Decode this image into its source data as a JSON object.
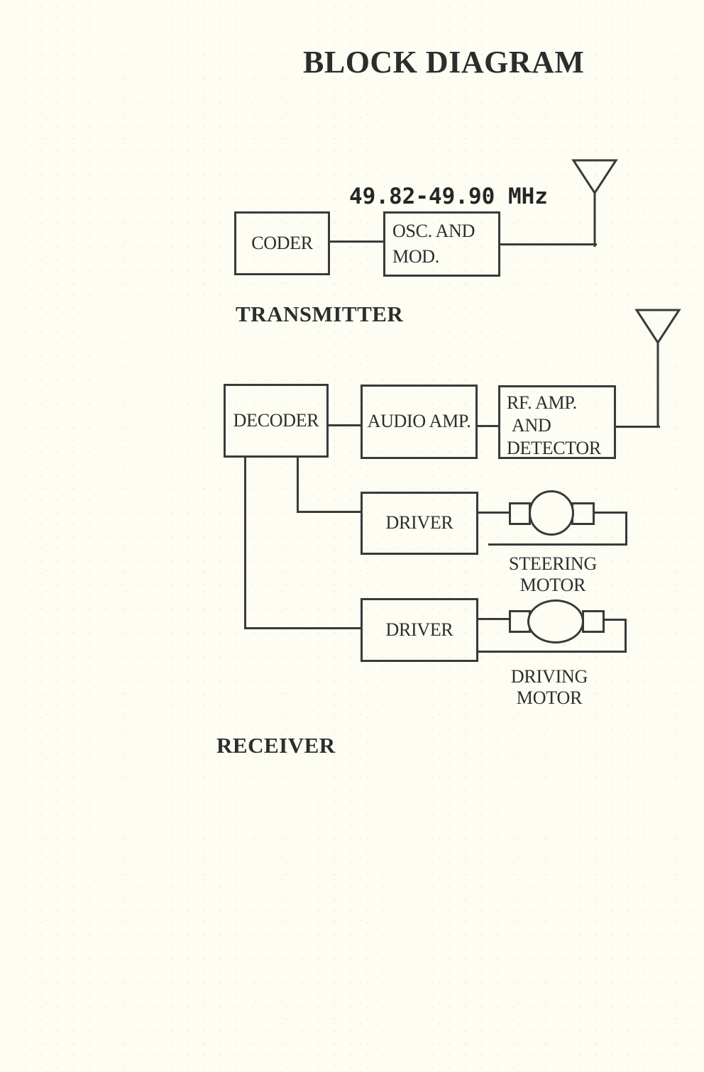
{
  "page": {
    "title": "BLOCK DIAGRAM"
  },
  "colors": {
    "ink": "#3a3a3a",
    "text": "#2d2d2d",
    "paper": "#fdfdf4"
  },
  "transmitter": {
    "section_label": "TRANSMITTER",
    "frequency_label": "49.82-49.90 MHz",
    "coder_label": "CODER",
    "osc_label_line1": "OSC. AND",
    "osc_label_line2": "MOD.",
    "antenna": "antenna-icon"
  },
  "receiver": {
    "section_label": "RECEIVER",
    "antenna": "antenna-icon",
    "decoder_label": "DECODER",
    "audio_amp_label": "AUDIO AMP.",
    "rf_label_line1": "RF. AMP.",
    "rf_label_line2": "AND",
    "rf_label_line3": "DETECTOR",
    "steering_driver_label": "DRIVER",
    "driving_driver_label": "DRIVER",
    "steering_motor_label_line1": "STEERING",
    "steering_motor_label_line2": "MOTOR",
    "driving_motor_label_line1": "DRIVING",
    "driving_motor_label_line2": "MOTOR"
  }
}
